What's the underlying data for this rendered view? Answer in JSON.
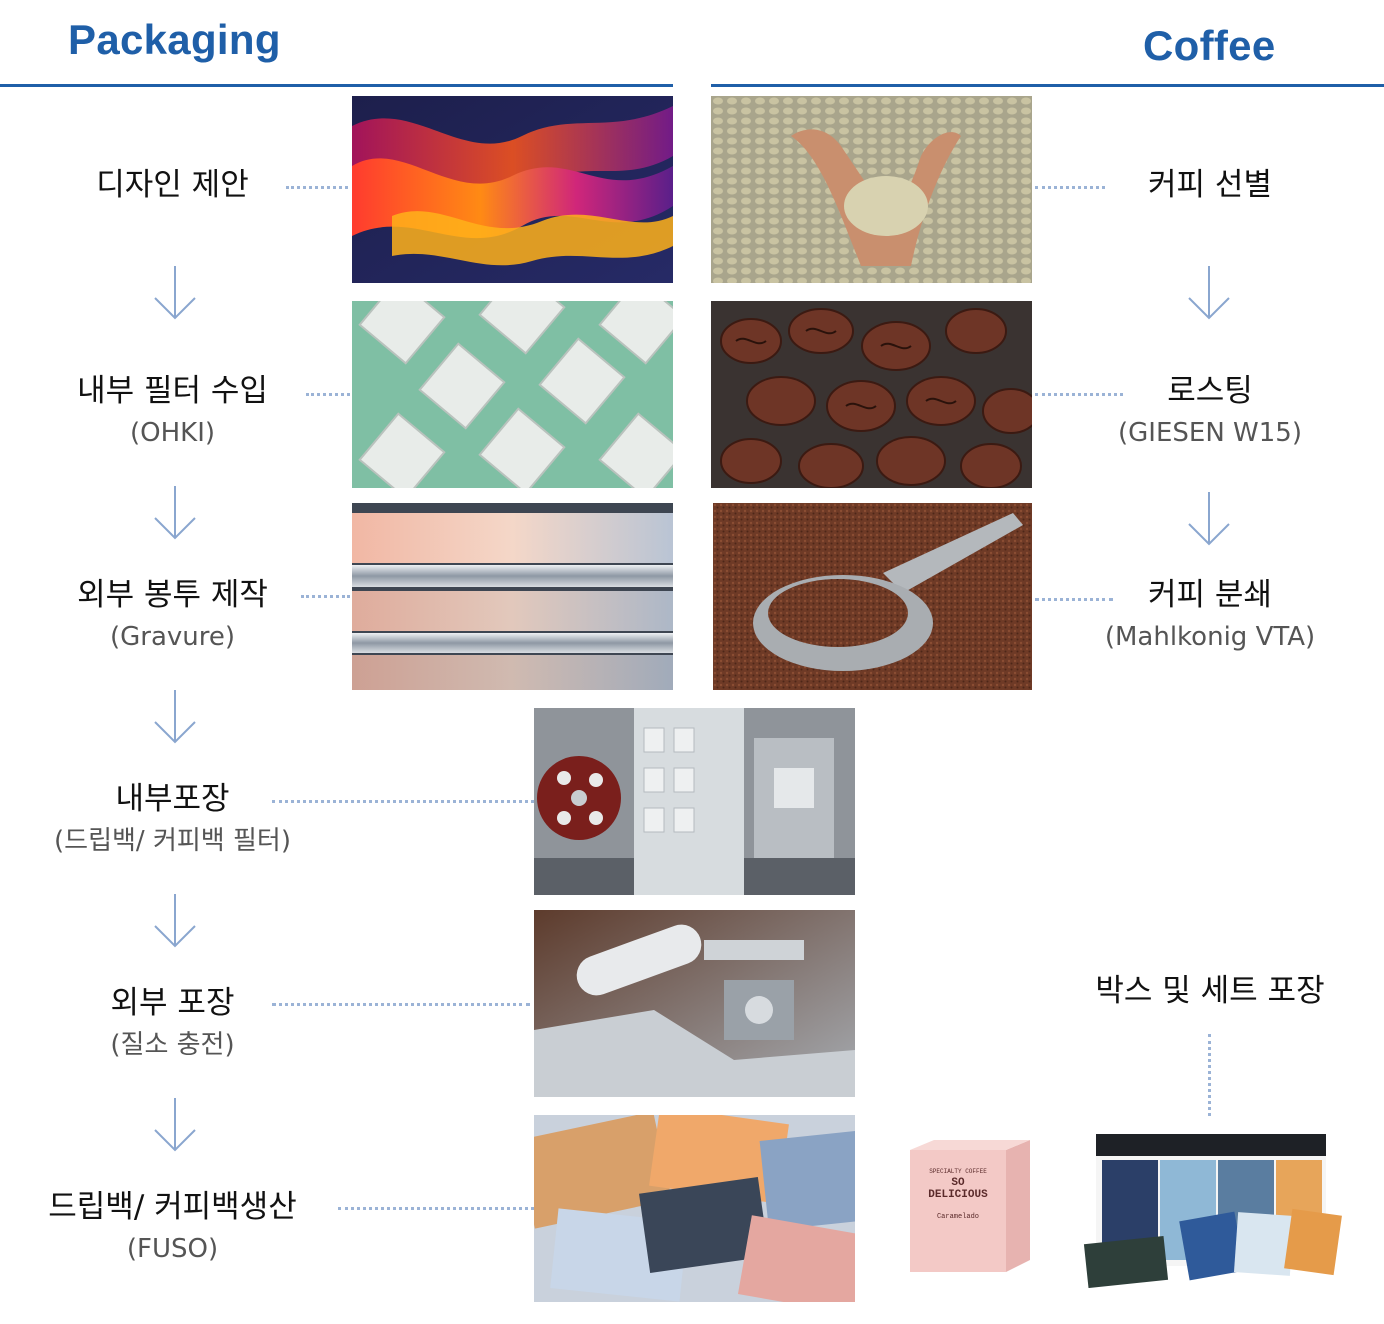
{
  "packaging": {
    "title": "Packaging",
    "steps": [
      {
        "title": "디자인 제안",
        "sub": ""
      },
      {
        "title": "내부 필터 수입",
        "sub": "(OHKI)"
      },
      {
        "title": "외부 봉투 제작",
        "sub": "(Gravure)"
      },
      {
        "title": "내부포장",
        "sub": "(드립백/ 커피백 필터)"
      },
      {
        "title": "외부 포장",
        "sub": "(질소 충전)"
      },
      {
        "title": "드립백/ 커피백생산",
        "sub": "(FUSO)"
      }
    ]
  },
  "coffee": {
    "title": "Coffee",
    "steps": [
      {
        "title": "커피 선별",
        "sub": ""
      },
      {
        "title": "로스팅",
        "sub": "(GIESEN W15)"
      },
      {
        "title": "커피 분쇄",
        "sub": "(Mahlkonig VTA)"
      }
    ],
    "final_step": "박스 및 세트 포장"
  },
  "product_box": {
    "brand_line": "SPECIALTY COFFEE",
    "headline_1": "SO",
    "headline_2": "DELICIOUS",
    "flavor": "Caramelado"
  },
  "colors": {
    "accent": "#1f5fa8",
    "dots": "#9bb3d6",
    "arrow": "#8aa6cf"
  }
}
